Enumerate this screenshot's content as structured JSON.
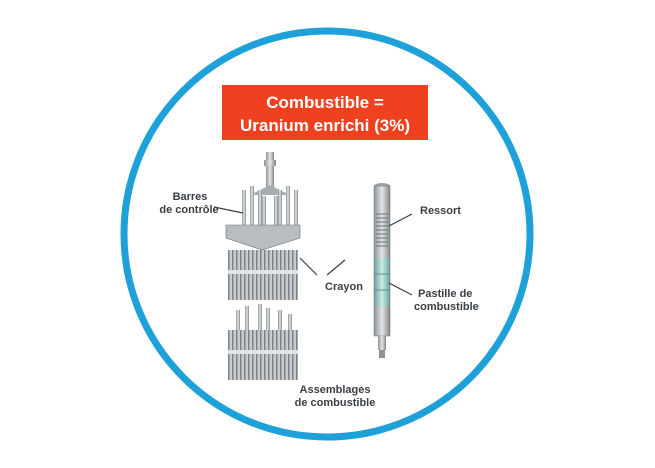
{
  "title": {
    "line1": "Combustible =",
    "line2": "Uranium enrichi (3%)"
  },
  "labels": {
    "control_rods_1": "Barres",
    "control_rods_2": "de contrôle",
    "rod": "Crayon",
    "spring": "Ressort",
    "pellet_1": "Pastille de",
    "pellet_2": "combustible",
    "assemblies_1": "Assemblages",
    "assemblies_2": "de combustible"
  },
  "colors": {
    "ring": "#1ea0d8",
    "title_bg": "#ef4020",
    "pellet": "#9fd0c8"
  }
}
